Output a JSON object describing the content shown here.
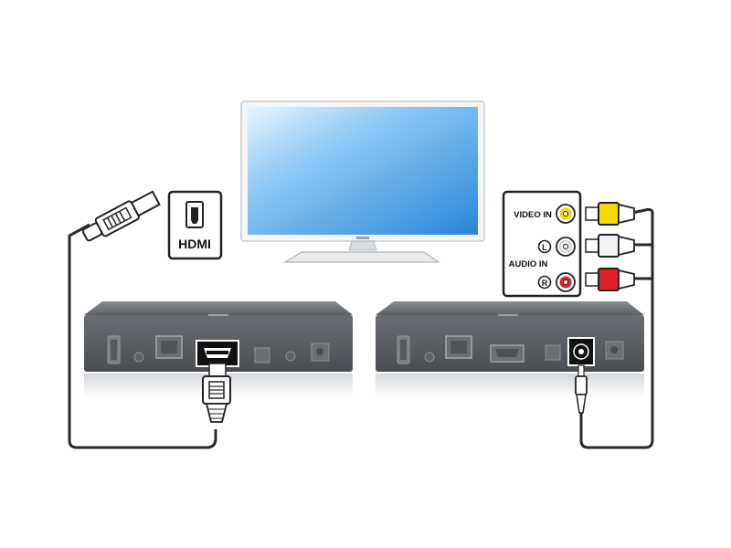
{
  "hdmi_panel": {
    "label": "HDMI"
  },
  "av_panel": {
    "video_in_label": "VIDEO IN",
    "audio_in_label": "AUDIO IN",
    "left_label": "L",
    "right_label": "R"
  },
  "colors": {
    "screen_top": "#dcefff",
    "screen_bottom": "#2f8fe0",
    "bezel": "#eef0f2",
    "box_body": "#6e7277",
    "box_front": "#5a5e63",
    "cable": "#2a2a2a",
    "rca_yellow": "#f5d800",
    "rca_white": "#f2f2f2",
    "rca_red": "#e0202a"
  }
}
